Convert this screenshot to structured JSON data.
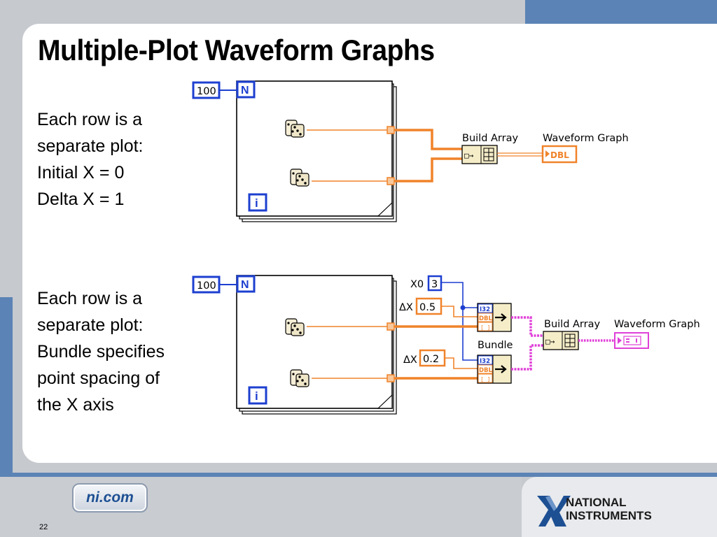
{
  "slide": {
    "title": "Multiple-Plot Waveform Graphs",
    "page_number": "22"
  },
  "captions": {
    "top": [
      "Each row is a",
      "separate plot:",
      "Initial X = 0",
      "Delta X = 1"
    ],
    "bottom": [
      "Each row is a",
      "separate plot:",
      "Bundle specifies",
      "point spacing of",
      "the X axis"
    ]
  },
  "diagram_top": {
    "loop_count": "100",
    "loop_count_terminal": "N",
    "iteration_terminal": "i",
    "build_array_label": "Build Array",
    "waveform_graph_label": "Waveform Graph",
    "graph_terminal_text": "DBL"
  },
  "diagram_bottom": {
    "loop_count": "100",
    "loop_count_terminal": "N",
    "iteration_terminal": "i",
    "x0_label": "X0",
    "x0_value": "3",
    "dx1_label": "ΔX",
    "dx1_value": "0.5",
    "dx2_label": "ΔX",
    "dx2_value": "0.2",
    "bundle_label": "Bundle",
    "bundle_i32": "I32",
    "bundle_dbl": "DBL",
    "build_array_label": "Build Array",
    "waveform_graph_label": "Waveform Graph"
  },
  "footer": {
    "web_badge": "ni.com",
    "logo_line1": "NATIONAL",
    "logo_line2": "INSTRUMENTS"
  },
  "colors": {
    "accent_blue": "#5b83b5",
    "dbl_wire": "#f0832a",
    "cluster_wire": "#e040d8",
    "int_wire": "#1d3fd0"
  }
}
